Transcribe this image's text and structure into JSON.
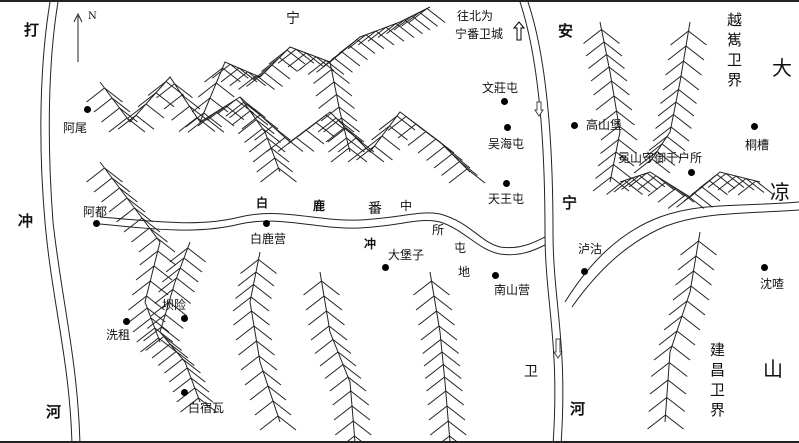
{
  "map": {
    "north_label": "N",
    "river_left": [
      "打",
      "冲",
      "河"
    ],
    "river_right": [
      "安",
      "宁",
      "河"
    ],
    "ning": "宁",
    "wei": "卫",
    "mountain_right": [
      "大",
      "凉",
      "山"
    ],
    "north_note": [
      "往北为",
      "宁番卫城"
    ],
    "yuexi_border": "越嶲卫界",
    "jianchang_border": "建昌卫界",
    "region_chars": [
      "白",
      "鹿",
      "番",
      "中",
      "冲",
      "所",
      "屯",
      "地"
    ],
    "places": {
      "awei": "阿尾",
      "adu": "阿都",
      "bailuying": "白鹿营",
      "dabaozi": "大堡子",
      "nanshanying": "南山营",
      "baxian": "坝险",
      "xizu": "洗租",
      "baisuwa": "白宿瓦",
      "wenzhuangtun": "文莊屯",
      "wuhaitun": "吴海屯",
      "tianwangtun": "天王屯",
      "gaoshanbao": "高山堡",
      "mianshan": "冕山守御千户所",
      "tongcao": "桐槽",
      "lugu": "泸沽",
      "shencha": "沈喳"
    }
  }
}
